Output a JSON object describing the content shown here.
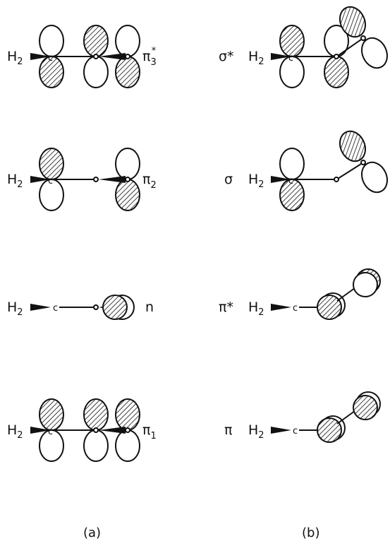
{
  "panel_a": {
    "caption": "(a)",
    "rows": [
      {
        "group": "H",
        "group_sub": "2",
        "c": "c",
        "o1": "o",
        "o2": "o",
        "label": "π",
        "label_sub": "3",
        "label_sup": "*"
      },
      {
        "group": "H",
        "group_sub": "2",
        "c": "c",
        "o1": "o",
        "o2": "o",
        "label": "π",
        "label_sub": "2",
        "label_sup": ""
      },
      {
        "group": "H",
        "group_sub": "2",
        "c": "c",
        "o1": "o",
        "label": "n"
      },
      {
        "group": "H",
        "group_sub": "2",
        "c": "c",
        "o1": "o",
        "o2": "o",
        "label": "π",
        "label_sub": "1",
        "label_sup": ""
      }
    ]
  },
  "panel_b": {
    "caption": "(b)",
    "rows": [
      {
        "label": "σ*",
        "group": "H",
        "group_sub": "2",
        "c": "c",
        "o1": "o",
        "o2": "o"
      },
      {
        "label": "σ",
        "group": "H",
        "group_sub": "2",
        "c": "c",
        "o1": "o",
        "o2": "o"
      },
      {
        "label": "π*",
        "group": "H",
        "group_sub": "2",
        "c": "c"
      },
      {
        "label": "π",
        "group": "H",
        "group_sub": "2",
        "c": "c"
      }
    ]
  }
}
